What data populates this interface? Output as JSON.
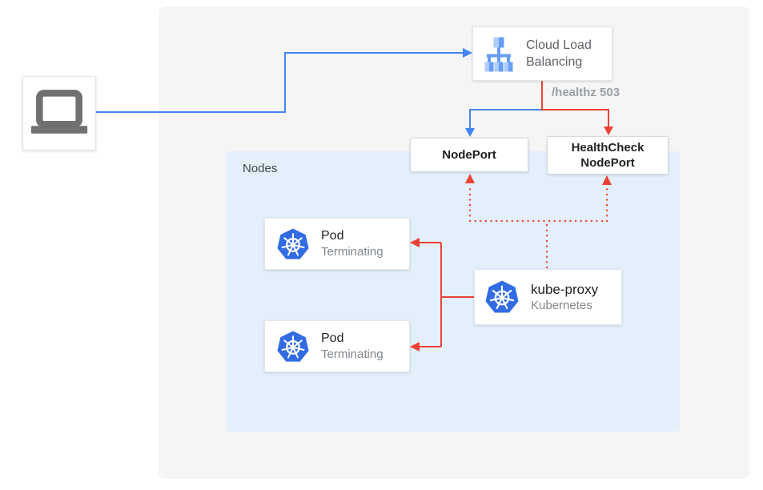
{
  "diagram": {
    "client": {
      "icon": "laptop-icon"
    },
    "cloud_load_balancing": {
      "label": "Cloud Load Balancing",
      "icon": "cloud-load-balancing-icon"
    },
    "healthz_badge": "/healthz 503",
    "nodeport": {
      "label": "NodePort"
    },
    "healthcheck_nodeport": {
      "line1": "HealthCheck",
      "line2": "NodePort"
    },
    "nodes_group": {
      "label": "Nodes"
    },
    "pods": [
      {
        "title": "Pod",
        "subtitle": "Terminating",
        "icon": "kubernetes-icon"
      },
      {
        "title": "Pod",
        "subtitle": "Terminating",
        "icon": "kubernetes-icon"
      }
    ],
    "kube_proxy": {
      "title": "kube-proxy",
      "subtitle": "Kubernetes",
      "icon": "kubernetes-icon"
    }
  },
  "colors": {
    "blue_arrow": "#4285F4",
    "red_arrow": "#EA4335",
    "kubernetes_blue": "#326CE5",
    "panel_gray": "#F5F5F6",
    "nodes_fill": "#E3F0FC",
    "icon_light_blue": "#AECBFA",
    "icon_medium_blue": "#669DF6",
    "laptop_gray": "#6E7072"
  }
}
